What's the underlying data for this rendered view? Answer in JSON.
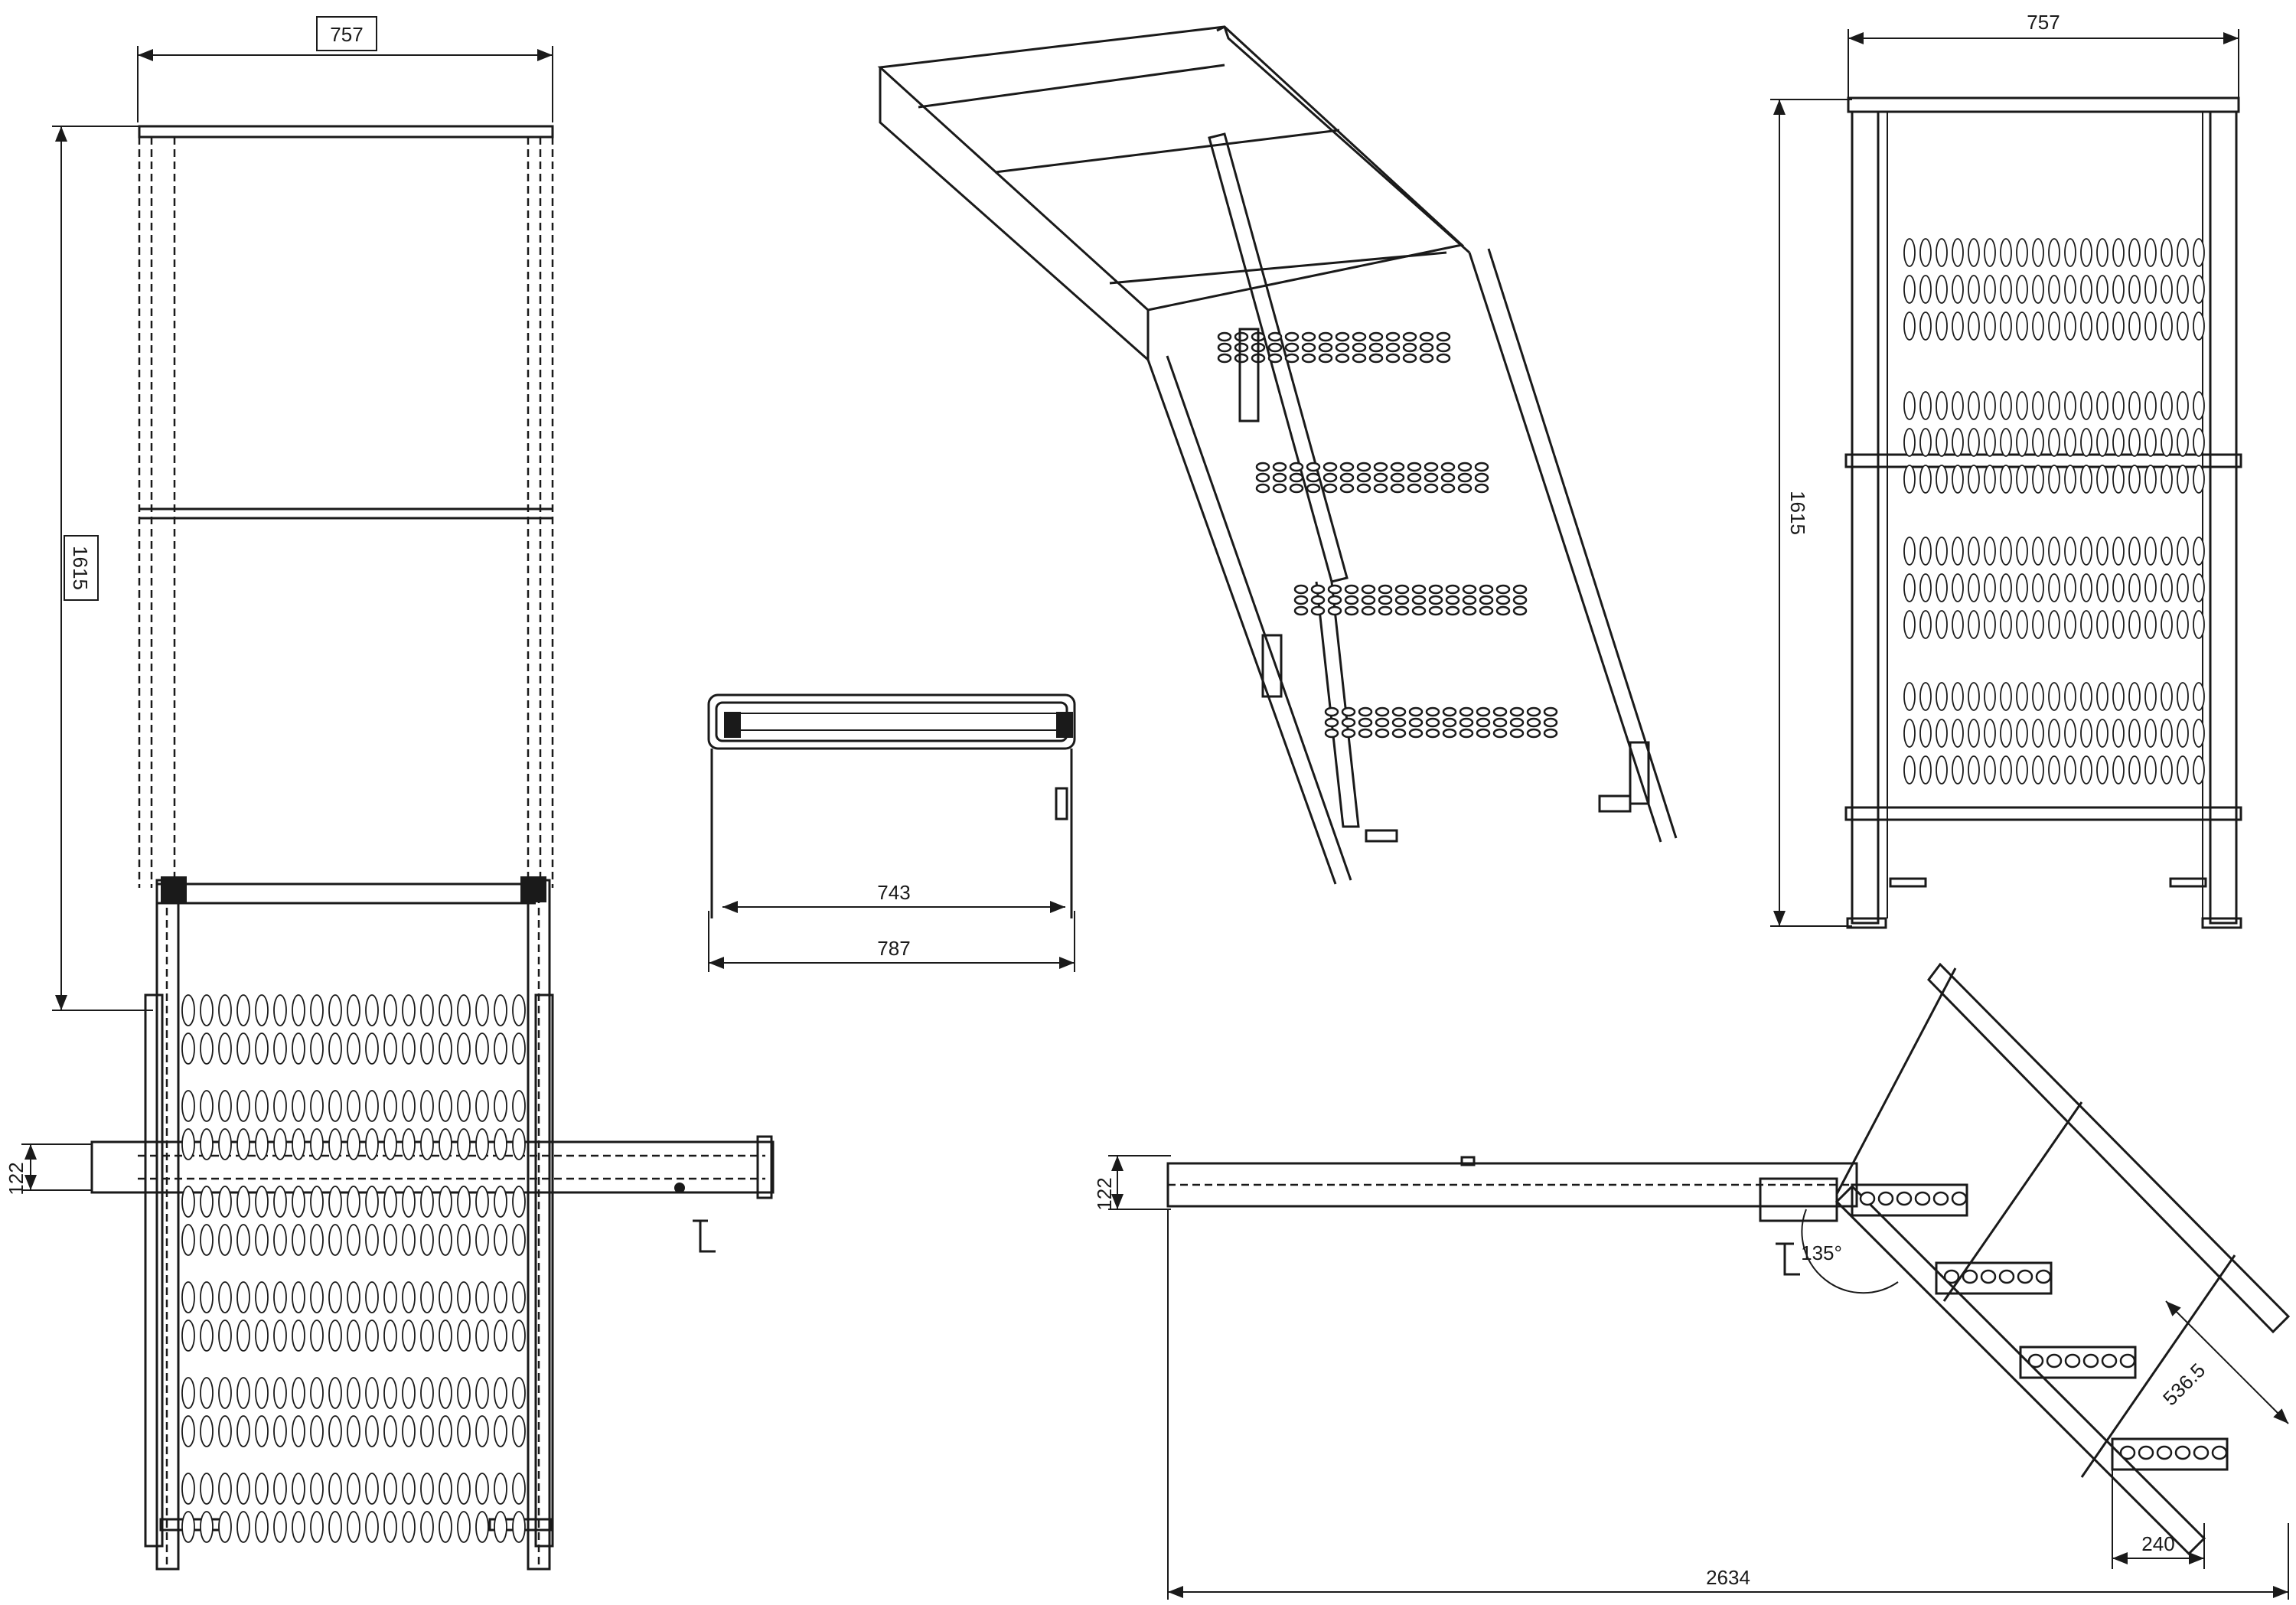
{
  "dimensions": {
    "front_width": "757",
    "front_height": "1615",
    "front_clamp": "122",
    "top_inner_width": "743",
    "top_outer_width": "787",
    "side_width": "757",
    "side_height": "1615",
    "base_clamp": "122",
    "angle": "135°",
    "step_spacing": "536.5",
    "step_depth": "240",
    "total_length": "2634"
  },
  "colors": {
    "line": "#1a1a1a",
    "background": "#ffffff"
  }
}
